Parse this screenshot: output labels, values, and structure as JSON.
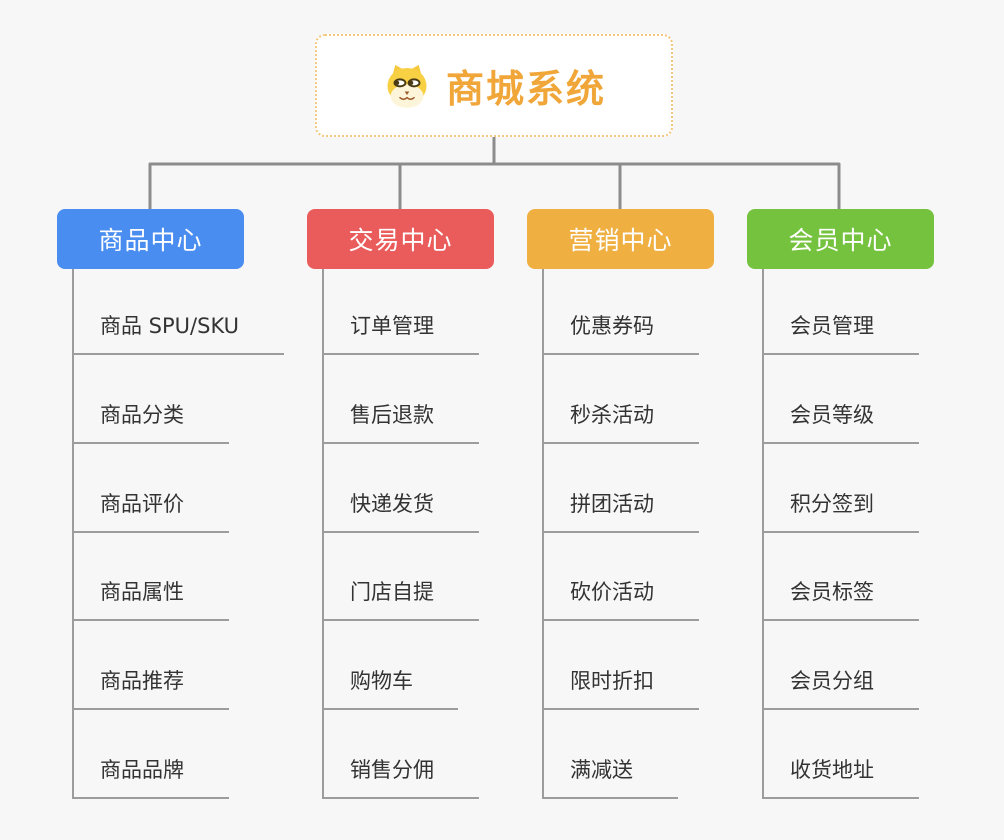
{
  "page": {
    "background_color": "#f7f7f7",
    "connector_color": "#8c8c8c",
    "leaf_line_color": "#9c9c9c"
  },
  "root": {
    "title": "商城系统",
    "icon": "dog-face-icon",
    "accent_color": "#f0a638",
    "border_color": "#f3c77d"
  },
  "branches": [
    {
      "label": "商品中心",
      "color": "#4a8df0",
      "items": [
        "商品 SPU/SKU",
        "商品分类",
        "商品评价",
        "商品属性",
        "商品推荐",
        "商品品牌"
      ]
    },
    {
      "label": "交易中心",
      "color": "#ea5c5c",
      "items": [
        "订单管理",
        "售后退款",
        "快递发货",
        "门店自提",
        "购物车",
        "销售分佣"
      ]
    },
    {
      "label": "营销中心",
      "color": "#efaf41",
      "items": [
        "优惠券码",
        "秒杀活动",
        "拼团活动",
        "砍价活动",
        "限时折扣",
        "满减送"
      ]
    },
    {
      "label": "会员中心",
      "color": "#74c23e",
      "items": [
        "会员管理",
        "会员等级",
        "积分签到",
        "会员标签",
        "会员分组",
        "收货地址"
      ]
    }
  ]
}
